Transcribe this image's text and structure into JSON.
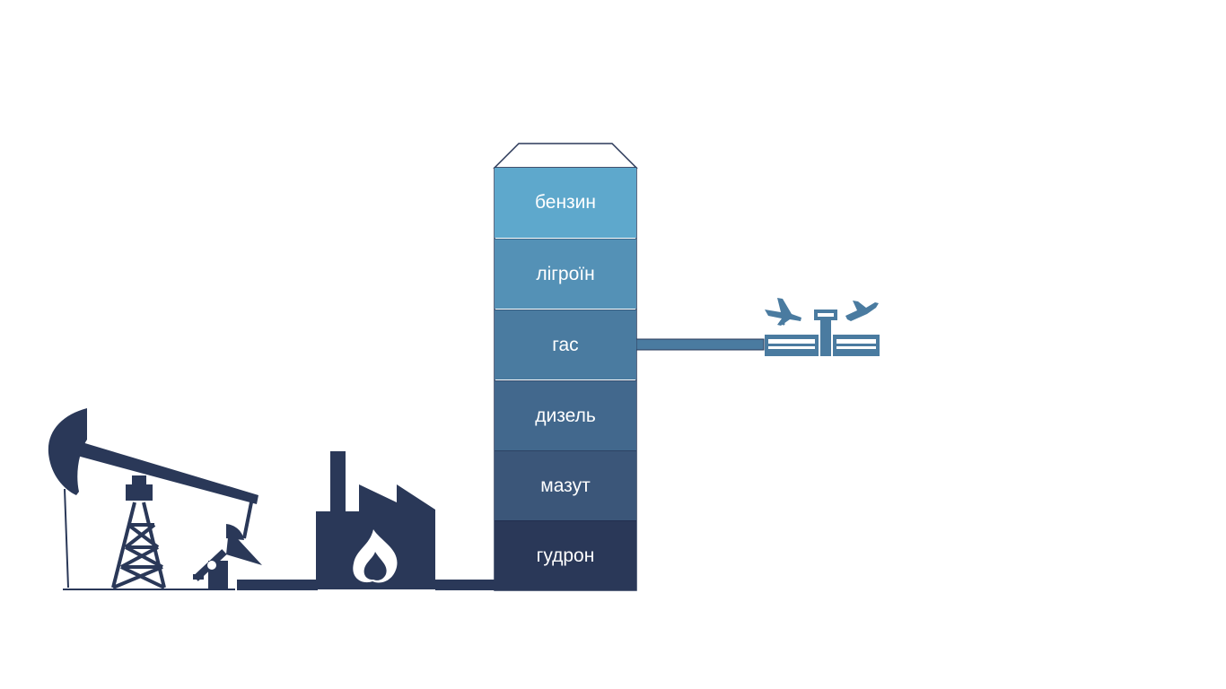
{
  "column": {
    "layers": [
      {
        "label": "бензин",
        "color": "#5ea8cc"
      },
      {
        "label": "лігроїн",
        "color": "#5491b6"
      },
      {
        "label": "гас",
        "color": "#4a7ba0"
      },
      {
        "label": "дизель",
        "color": "#42688d"
      },
      {
        "label": "мазут",
        "color": "#3b5679"
      },
      {
        "label": "гудрон",
        "color": "#2a3858"
      }
    ]
  },
  "colors": {
    "dark": "#2a3858",
    "pipe_to_airport": "#4a7ba0",
    "airport": "#4a7ba0"
  },
  "icons": [
    "oil-pump-icon",
    "factory-icon",
    "flame-icon",
    "airport-icon",
    "airplane-landing-icon",
    "airplane-takeoff-icon",
    "control-tower-icon"
  ]
}
